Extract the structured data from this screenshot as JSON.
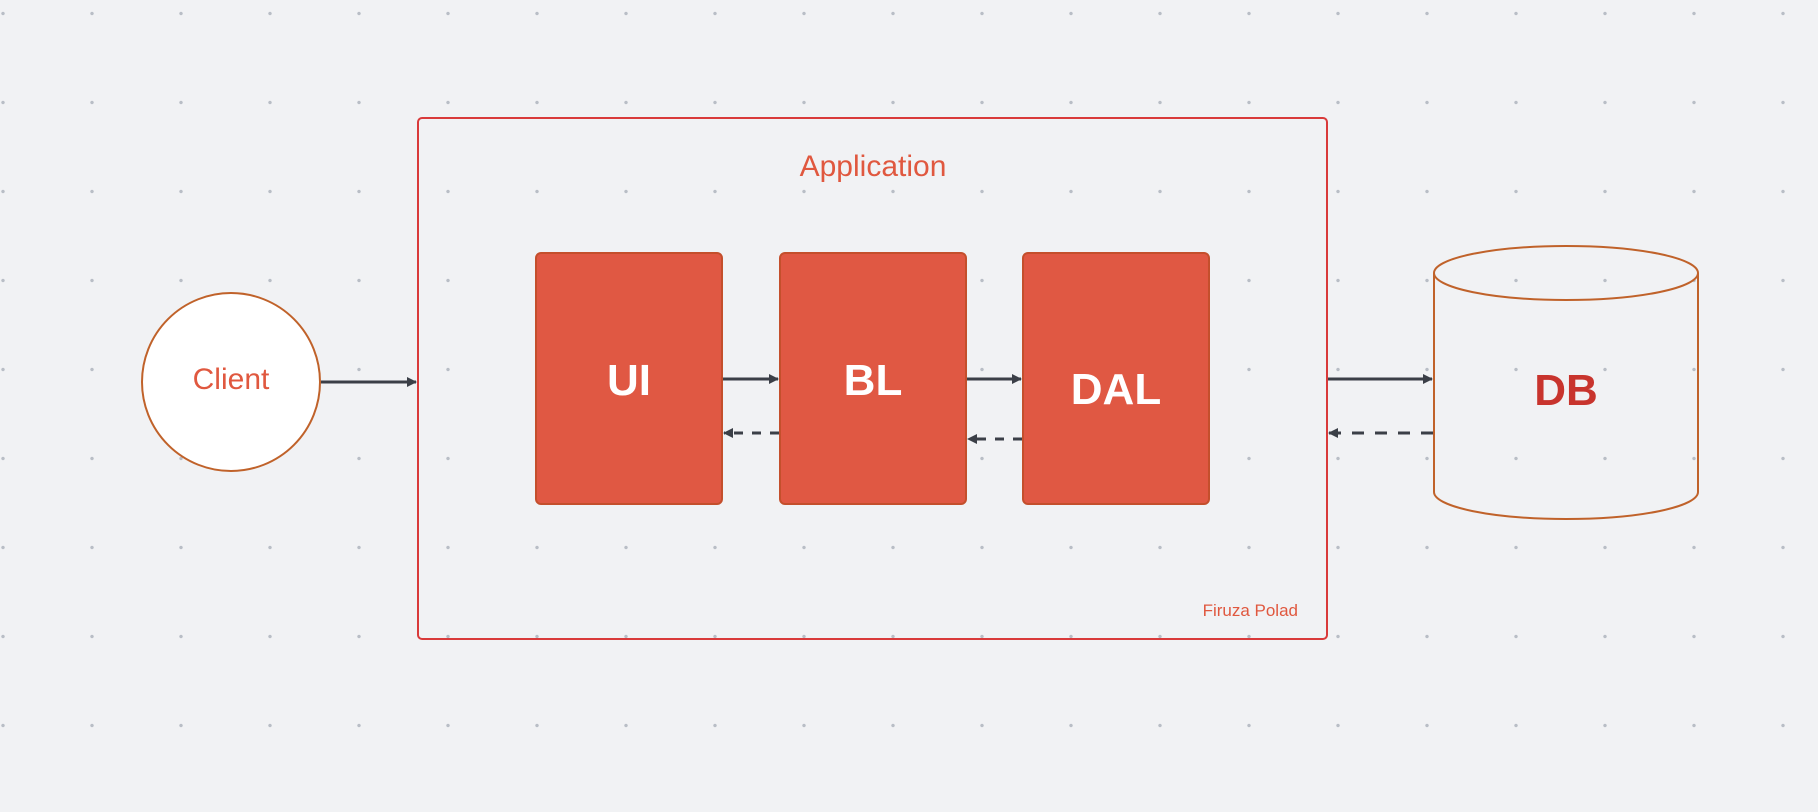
{
  "diagram": {
    "container": {
      "title": "Application",
      "author": "Firuza Polad"
    },
    "client": {
      "label": "Client"
    },
    "layers": [
      {
        "id": "ui",
        "label": "UI"
      },
      {
        "id": "bl",
        "label": "BL"
      },
      {
        "id": "dal",
        "label": "DAL"
      }
    ],
    "database": {
      "label": "DB"
    },
    "edges": [
      {
        "from": "Client",
        "to": "Application",
        "style": "solid"
      },
      {
        "from": "UI",
        "to": "BL",
        "style": "solid"
      },
      {
        "from": "BL",
        "to": "UI",
        "style": "dashed"
      },
      {
        "from": "BL",
        "to": "DAL",
        "style": "solid"
      },
      {
        "from": "DAL",
        "to": "BL",
        "style": "dashed"
      },
      {
        "from": "Application",
        "to": "DB",
        "style": "solid"
      },
      {
        "from": "DB",
        "to": "Application",
        "style": "dashed"
      }
    ]
  },
  "colors": {
    "background": "#f1f2f4",
    "dot_grid": "#b9bec6",
    "container_border": "#d93a3a",
    "accent_text": "#e0583f",
    "block_fill": "#e05843",
    "block_border": "#c44f2c",
    "node_border": "#c0622a",
    "arrow": "#3b3f47",
    "db_text": "#c8342d"
  }
}
